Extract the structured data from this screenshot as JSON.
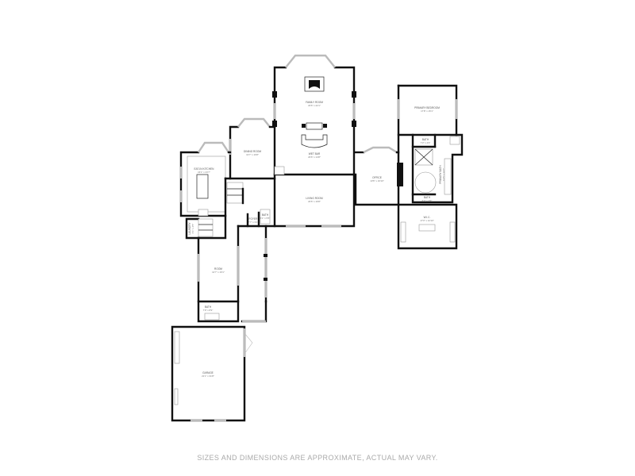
{
  "rooms": [
    {
      "name": "FAMILY ROOM",
      "dims": "23'6\" x 22'1\""
    },
    {
      "name": "WET BAR",
      "dims": "23'6\" x 14'8\""
    },
    {
      "name": "DINING ROOM",
      "dims": "13'7\" x 16'8\""
    },
    {
      "name": "EAT-IN KITCHEN",
      "dims": "16'1\" x 23'7\""
    },
    {
      "name": "LIVING ROOM",
      "dims": "23'6\" x 16'8\""
    },
    {
      "name": "OFFICE",
      "dims": "13'6\" x 16'10\""
    },
    {
      "name": "PRIMARY BEDROOM",
      "dims": "17'8\" x 15'1\""
    },
    {
      "name": "BATH",
      "dims": "7'3\" x 4'3\""
    },
    {
      "name": "PRIMARY BATH",
      "dims": "13'5\" x 12'7\""
    },
    {
      "name": "BATH",
      "dims": "6'3\" x 3'9\""
    },
    {
      "name": "W.I.C.",
      "dims": "17'3\" x 12'10\""
    },
    {
      "name": "FOYER",
      "dims": "7'7\" x 3'1\""
    },
    {
      "name": "BATH",
      "dims": "5'1\" x 5'5\""
    },
    {
      "name": "LAUNDRY",
      "dims": "6'1\" x 4'5\""
    },
    {
      "name": "ROOM",
      "dims": "12'7\" x 19'1\""
    },
    {
      "name": "BATH",
      "dims": "7'9\" x 8'9\""
    },
    {
      "name": "GARAGE",
      "dims": "21'1\" x 31'8\""
    }
  ],
  "disclaimer": "SIZES AND DIMENSIONS ARE APPROXIMATE, ACTUAL MAY VARY."
}
